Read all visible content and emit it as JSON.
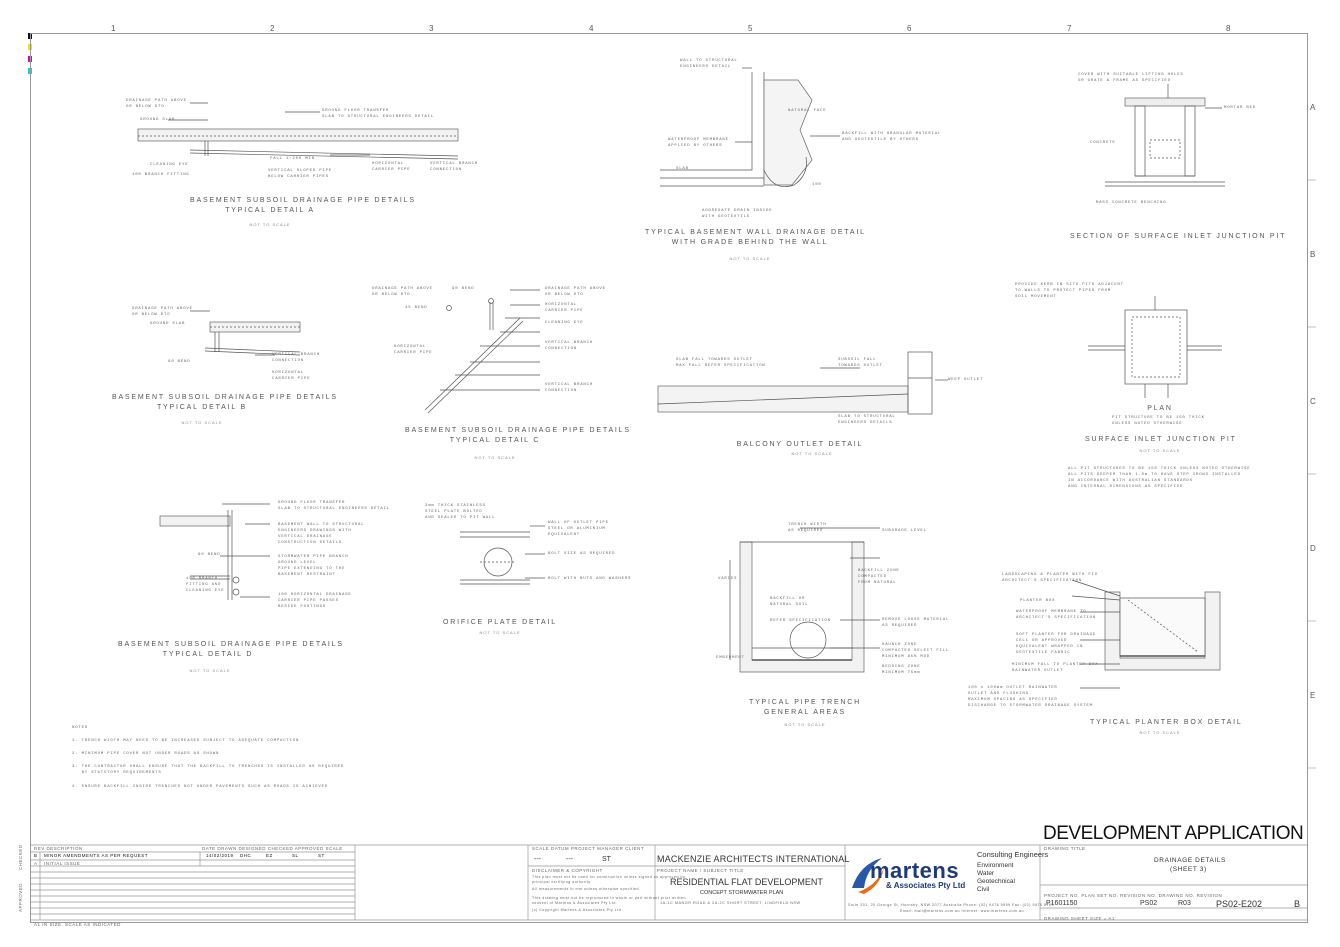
{
  "sheet": {
    "column_numbers": [
      "1",
      "2",
      "3",
      "4",
      "5",
      "6",
      "7",
      "8"
    ],
    "row_letters": [
      "A",
      "B",
      "C",
      "D",
      "E"
    ]
  },
  "details": {
    "d1": {
      "title": "BASEMENT SUBSOIL DRAINAGE PIPE DETAILS\nTYPICAL DETAIL A",
      "nts": "NOT TO SCALE",
      "labels": [
        "DRAINAGE PATH ABOVE\nOR BELOW DTO",
        "GROUND SLAB",
        "GROUND FLOOR TRANSFER\nSLAB TO STRUCTURAL ENGINEERS DETAIL",
        "FALL 1:200 MIN",
        "CLEANING EYE",
        "100 BRANCH FITTING",
        "HORIZONTAL\nCARRIER PIPE",
        "VERTICAL BRANCH\nCONNECTION",
        "VERTICAL SLOPED PIPE\nBELOW CARRIER PIPES"
      ]
    },
    "d2": {
      "title": "TYPICAL BASEMENT WALL DRAINAGE DETAIL\nWITH GRADE BEHIND THE WALL",
      "nts": "NOT TO SCALE",
      "labels": [
        "WALL TO STRUCTURAL\nENGINEERS DETAIL",
        "NATURAL FACE",
        "WATERPROOF MEMBRANE\nAPPLIED BY OTHERS",
        "BACKFILL WITH GRANULAR MATERIAL\nAND GEOTEXTILE BY OTHERS",
        "SLAB",
        "100",
        "AGGREGATE DRAIN INSIDE\nWITH GEOTEXTILE"
      ]
    },
    "d3": {
      "title": "SECTION OF SURFACE INLET JUNCTION PIT",
      "nts": "",
      "labels": [
        "COVER WITH SUITABLE LIFTING HOLES\nOR GRATE & FRAME AS SPECIFIED",
        "MORTAR BED",
        "CONCRETE",
        "MASS CONCRETE BENCHING"
      ]
    },
    "d4": {
      "title": "BASEMENT SUBSOIL DRAINAGE PIPE DETAILS\nTYPICAL DETAIL B",
      "nts": "NOT TO SCALE",
      "labels": [
        "DRAINAGE PATH ABOVE\nOR BELOW DTO",
        "GROUND SLAB",
        "90 BEND",
        "VERTICAL BRANCH\nCONNECTION",
        "HORIZONTAL\nCARRIER PIPE"
      ]
    },
    "d5": {
      "title": "BASEMENT SUBSOIL DRAINAGE PIPE DETAILS\nTYPICAL DETAIL C",
      "nts": "NOT TO SCALE",
      "labels": [
        "DRAINAGE PATH ABOVE\nOR BELOW DTO",
        "90 BEND",
        "45 BEND",
        "HORIZONTAL\nCARRIER PIPE",
        "DRAINAGE PATH ABOVE\nOR BELOW DTO",
        "HORIZONTAL\nCARRIER PIPE",
        "CLEANING EYE",
        "VERTICAL BRANCH\nCONNECTION",
        "VERTICAL BRANCH\nCONNECTION"
      ]
    },
    "d6": {
      "title": "BALCONY OUTLET DETAIL",
      "nts": "NOT TO SCALE",
      "labels": [
        "SLAB FALL TOWARDS OUTLET\nMAX FALL REFER SPECIFICATION",
        "SUBSOIL FALL\nTOWARDS OUTLET",
        "WEEP OUTLET",
        "SLAB TO STRUCTURAL\nENGINEERS DETAILS"
      ]
    },
    "d7": {
      "title": "SURFACE INLET JUNCTION PIT",
      "plan": "PLAN",
      "nts": "NOT TO SCALE",
      "labels": [
        "PROVIDE KERB IN SITU PITS ADJACENT\nTO WALLS TO PROTECT PIPES FROM\nSOIL MOVEMENT",
        "PIT STRUCTURE TO BE 150 THICK\nUNLESS NOTED OTHERWISE"
      ],
      "notes": "ALL PIT STRUCTURES TO BE 150 THICK UNLESS NOTED OTHERWISE\nALL PITS DEEPER THAN 1.0m TO HAVE STEP IRONS INSTALLED\nIN ACCORDANCE WITH AUSTRALIAN STANDARDS\nAND INTERNAL DIMENSIONS AS SPECIFIED"
    },
    "d8": {
      "title": "BASEMENT SUBSOIL DRAINAGE PIPE DETAILS\nTYPICAL DETAIL D",
      "nts": "NOT TO SCALE",
      "labels": [
        "GROUND FLOOR TRANSFER\nSLAB TO STRUCTURAL ENGINEERS DETAIL",
        "BASEMENT WALL TO STRUCTURAL\nENGINEERS DRAWINGS WITH\nVERTICAL DRAINAGE\nCONSTRUCTION DETAILS",
        "90 BEND",
        "STORMWATER PIPE BRANCH\nGROUND LEVEL\nPIPE EXTENDING TO THE\nBASEMENT RESTRAINT",
        "100 BRANCH\nFITTING AND\nCLEANING EYE",
        "100 HORIZONTAL DRAINAGE\nCARRIER PIPE PASSES\nBESIDE FOOTINGS"
      ]
    },
    "d9": {
      "title": "ORIFICE PLATE DETAIL",
      "nts": "NOT TO SCALE",
      "labels": [
        "3mm THICK STAINLESS\nSTEEL PLATE BOLTED\nAND SEALED TO PIT WALL",
        "WALL OF OUTLET PIPE\nSTEEL OR ALUMINIUM\nEQUIVALENT",
        "BOLT SIZE AS REQUIRED",
        "BOLT WITH NUTS AND WASHERS"
      ]
    },
    "d10": {
      "title": "TYPICAL PIPE TRENCH\nGENERAL AREAS",
      "nts": "NOT TO SCALE",
      "labels": [
        "TRENCH WIDTH\nAS REQUIRED",
        "SUBGRADE LEVEL",
        "BACKFILL ZONE\nCOMPACTED\nFROM NATURAL",
        "BACKFILL OR\nNATURAL SOIL",
        "REFER SPECIFICATION",
        "REMOVE LOOSE MATERIAL\nAS REQUIRED",
        "HAUNCH ZONE\nCOMPACTED SELECT FILL\nMINIMUM 95% MDD",
        "BEDDING ZONE\nMINIMUM 75mm",
        "VARIES",
        "EMBEDMENT"
      ]
    },
    "d11": {
      "title": "TYPICAL PLANTER BOX DETAIL",
      "nts": "NOT TO SCALE",
      "labels": [
        "LANDSCAPING & PLANTER WITH FIX\nARCHITECT'S SPECIFICATION",
        "PLANTER BOX",
        "WATERPROOF MEMBRANE TO\nARCHITECT'S SPECIFICATION",
        "SOFT PLANTER FOR DRAINAGE\nCELL OR APPROVED\nEQUIVALENT WRAPPED IN\nGEOTEXTILE FABRIC",
        "MINIMUM FALL TO PLANTER BOX\nRAINWATER OUTLET",
        "100 x 100mm OUTLET RAINWATER\nOUTLET AND FLUSHING\nMAXIMUM SPACING AS SPECIFIED\nDISCHARGE TO STORMWATER DRAINAGE SYSTEM"
      ]
    }
  },
  "notes": {
    "heading": "NOTES",
    "items": [
      "1. TRENCH WIDTH MAY NEED TO BE INCREASED SUBJECT TO ADEQUATE COMPACTION",
      "2. MINIMUM PIPE COVER NOT UNDER ROADS AS SHOWN",
      "3. THE CONTRACTOR SHALL ENSURE THAT THE BACKFILL TO TRENCHES IS INSTALLED AS REQUIRED\n   BY STATUTORY REQUIREMENTS",
      "4. ENSURE BACKFILL INSIDE TRENCHES NOT UNDER PAVEMENTS SUCH AS ROADS IS ACHIEVED"
    ]
  },
  "title_block": {
    "development_application": "DEVELOPMENT APPLICATION",
    "rev_header": "REV  DESCRIPTION",
    "rev_cols": "DATE    DRAWN  DESIGNED  CHECKED  APPROVED  SCALE",
    "revisions": [
      {
        "rev": "B",
        "description": "MINOR AMENDMENTS AS PER REQUEST",
        "date": "14/02/2019",
        "drawn": "DHC",
        "designed": "EZ",
        "checked": "SL",
        "approved": "ST"
      },
      {
        "rev": "A",
        "description": "INITIAL ISSUE",
        "date": "",
        "drawn": "",
        "designed": "",
        "checked": "",
        "approved": ""
      }
    ],
    "small_header": "SCALE   DATUM   PROJECT MANAGER   CLIENT",
    "small_values": [
      "---",
      "---",
      "ST"
    ],
    "disclaimer_head": "DISCLAIMER & COPYRIGHT",
    "disclaimer": [
      "This plan must not be used for construction unless signed as approved by",
      "principal certifying authority.",
      "All measurements in mm unless otherwise specified.",
      "This drawing must not be reproduced in whole or part without prior written",
      "consent of Martens & Associates Pty Ltd.",
      "(c) Copyright Martens & Associates Pty Ltd"
    ],
    "client": "MACKENZIE ARCHITECTS INTERNATIONAL",
    "project_head": "PROJECT NAME / SUBJECT TITLE",
    "project": "RESIDENTIAL FLAT DEVELOPMENT",
    "subtitle": "CONCEPT STORMWATER PLAN",
    "address": "1A-1C MANOR ROAD & 2A-2C SHORT STREET, LINDFIELD NSW",
    "firm": "martens",
    "firm_sub": "& Associates Pty Ltd",
    "services_head": "Consulting Engineers",
    "services": [
      "Environment",
      "Water",
      "Geotechnical",
      "Civil"
    ],
    "firm_address": "Suite 201, 20 George St, Hornsby, NSW 2077 Australia  Phone: (02) 9476 9999  Fax: (02) 9476 8767",
    "firm_contact": "Email: mail@martens.com.au  Internet: www.martens.com.au",
    "drawing_title_head": "DRAWING TITLE",
    "drawing_title": "DRAINAGE DETAILS",
    "drawing_sheet": "(SHEET 3)",
    "footer_head": "PROJECT NO.     PLAN SET NO.    REVISION NO.   DRAWING NO.    REVISION",
    "project_no": "P1601150",
    "plan_set": "PS02",
    "plan_rev": "R03",
    "drawing_no": "PS02-E202",
    "revision": "B",
    "left_tab_1": "CHECKED",
    "left_tab_2": "APPROVED",
    "bottom_left": "A1 IN SIZE, SCALE AS INDICATED",
    "bottom_right": "DRAWING SHEET SIZE = A1"
  }
}
